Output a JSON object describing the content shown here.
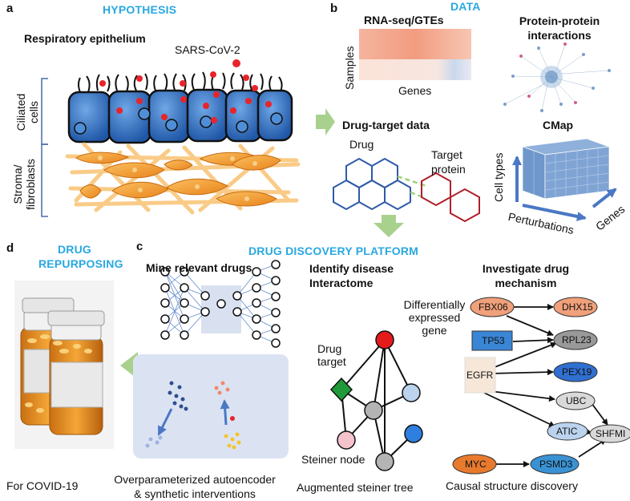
{
  "panel_a": {
    "letter": "a",
    "heading": "HYPOTHESIS",
    "title": "Respiratory epithelium",
    "virus_label": "SARS-CoV-2",
    "ciliated_label": [
      "Ciliated",
      "cells"
    ],
    "stromal_label": [
      "Stroma/",
      "fibroblasts"
    ]
  },
  "panel_b": {
    "letter": "b",
    "heading": "DATA",
    "rnaseq_title": "RNA-seq/GTEs",
    "samples_label": "Samples",
    "genes_label": "Genes",
    "ppi_title": [
      "Protein-protein",
      "interactions"
    ],
    "drug_target_title": "Drug-target data",
    "drug_label": "Drug",
    "target_label": [
      "Target",
      "protein"
    ],
    "cmap_title": "CMap",
    "celltypes_label": "Cell types",
    "perturbations_label": "Perturbations",
    "cmap_genes_label": "Genes"
  },
  "panel_c": {
    "letter": "c",
    "heading": "DRUG DISCOVERY PLATFORM",
    "mine_title": "Mine relevant drugs",
    "mine_caption": [
      "Overparameterized autoencoder",
      "& synthetic interventions"
    ],
    "interactome_title": [
      "Identify disease",
      "Interactome"
    ],
    "de_gene_label": [
      "Differentially",
      "expressed",
      "gene"
    ],
    "drug_target_label": [
      "Drug",
      "target"
    ],
    "steiner_node_label": "Steiner node",
    "interactome_caption": "Augmented steiner tree",
    "mechanism_title": [
      "Investigate drug",
      "mechanism"
    ],
    "mechanism_caption": "Causal structure discovery",
    "genes": [
      "FBX06",
      "DHX15",
      "TP53",
      "RPL23",
      "EGFR",
      "PEX19",
      "UBC",
      "ATIC",
      "SHFMI",
      "MYC",
      "PSMD3"
    ]
  },
  "panel_d": {
    "letter": "d",
    "heading": [
      "DRUG",
      "REPURPOSING"
    ],
    "caption": "For COVID-19"
  },
  "colors": {
    "accent_heading": "#29a8e0",
    "arrow_green": "#a9d18e",
    "cell_blue": "#3f7fcf",
    "fibroblast_orange": "#f29a2e",
    "virus_red": "#e8242b",
    "drug_blue": "#2e5aa8",
    "target_red": "#b0202a"
  }
}
